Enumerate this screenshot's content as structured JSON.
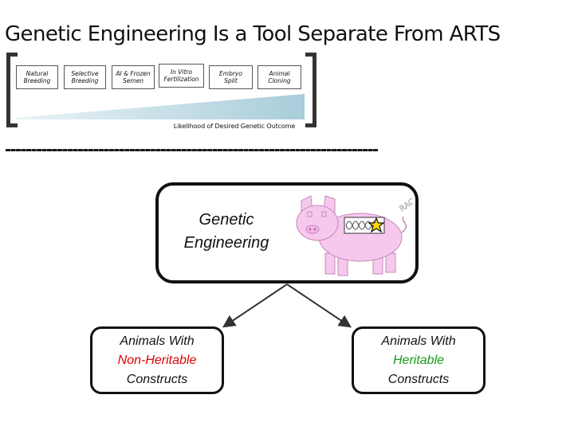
{
  "title": "Genetic Engineering Is a Tool Separate From ARTS",
  "arts_steps": [
    {
      "line1": "Natural",
      "line2": "Breeding"
    },
    {
      "line1": "Selective",
      "line2": "Breeding"
    },
    {
      "line1": "AI & Frozen",
      "line2": "Semen"
    },
    {
      "line1": "In Vitro",
      "line2": "Fertilization"
    },
    {
      "line1": "Embryo",
      "line2": "Split"
    },
    {
      "line1": "Animal",
      "line2": "Cloning"
    }
  ],
  "likelihood_label": "Likelihood of Desired Genetic Outcome",
  "divider": "------------------------------------------------------------------------",
  "genetic_engineering": {
    "line1": "Genetic",
    "line2": "Engineering",
    "pig_tag": "RAC"
  },
  "outcomes": {
    "left": {
      "line1": "Animals With",
      "line2": "Non-Heritable",
      "line3": "Constructs"
    },
    "right": {
      "line1": "Animals With",
      "line2": "Heritable",
      "line3": "Constructs"
    }
  },
  "colors": {
    "non_heritable": "#e00000",
    "heritable": "#1a9a1a",
    "wedge": "#b9d7e3",
    "pig": "#f7c8ee",
    "pig_outline": "#c48ab8"
  }
}
